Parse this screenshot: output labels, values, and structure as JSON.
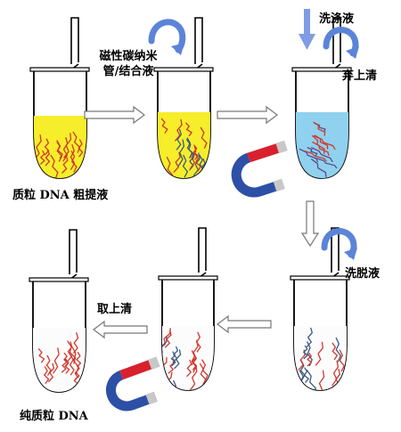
{
  "labels": {
    "crude_dna": "质粒 DNA 粗提液",
    "add_beads": [
      "磁性碳纳米",
      "管/结合液"
    ],
    "wash_buffer": "洗涤液",
    "discard_supernatant": "弃上清",
    "elution_buffer": "洗脱液",
    "take_supernatant": "取上清",
    "pure_dna": "纯质粒 DNA"
  },
  "colors": {
    "yellow_solution": "#f6ee2a",
    "blue_solution": "#8fd1ee",
    "dna_strand": "#d0382c",
    "dna_strand_bound": "#5a4a8a",
    "cnt_strand": "#3a5a80",
    "rotate_arrow": "#5b84d8",
    "wash_arrow": "#7f9ce4",
    "magnet_red": "#d8202e",
    "magnet_blue": "#2d4fa6",
    "magnet_gray": "#c8c8c8",
    "step_arrow": "#777777"
  },
  "icons": [
    "tube-icon",
    "rotate-arrow-icon",
    "down-arrow-icon",
    "step-arrow-icon",
    "magnet-icon"
  ]
}
